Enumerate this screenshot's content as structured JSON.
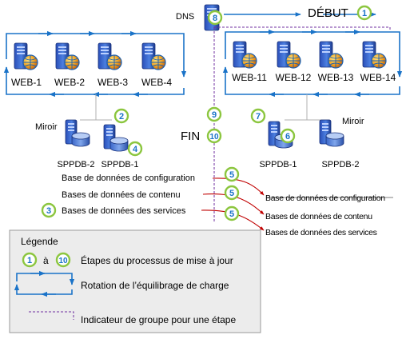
{
  "title_start": "DÉBUT",
  "dns_label": "DNS",
  "fin_label": "FIN",
  "left_farm": {
    "servers": [
      "WEB-1",
      "WEB-2",
      "WEB-3",
      "WEB-4"
    ],
    "mirror_label": "Miroir",
    "databases": [
      "SPPDB-2",
      "SPPDB-1"
    ]
  },
  "right_farm": {
    "servers": [
      "WEB-11",
      "WEB-12",
      "WEB-13",
      "WEB-14"
    ],
    "mirror_label": "Miroir",
    "databases": [
      "SPPDB-1",
      "SPPDB-2"
    ]
  },
  "steps": {
    "start": "1",
    "left_db": "2",
    "services": "3",
    "left_sppdb1": "4",
    "transfer_1": "5",
    "transfer_2": "5",
    "transfer_3": "5",
    "right_sppdb1": "6",
    "right_farm": "7",
    "dns": "8",
    "fin_9": "9",
    "fin_10": "10"
  },
  "source_databases": [
    "Base de données de configuration",
    "Bases de données de contenu",
    "Bases de données des services"
  ],
  "target_databases": [
    "Base de données de configuration",
    "Bases de données de contenu",
    "Bases de données des services"
  ],
  "legend": {
    "title": "Légende",
    "range_from": "1",
    "range_connector": "à",
    "range_to": "10",
    "steps_text": "Étapes du processus de mise à jour",
    "rotation_text": "Rotation de l’équilibrage de charge",
    "group_text": "Indicateur de groupe pour une étape"
  },
  "colors": {
    "arrow_blue": "#1a73c8",
    "badge_green": "#8cc63f",
    "group_purple": "#7030a0",
    "transfer_red": "#c00000",
    "legend_bg": "#ececec"
  }
}
